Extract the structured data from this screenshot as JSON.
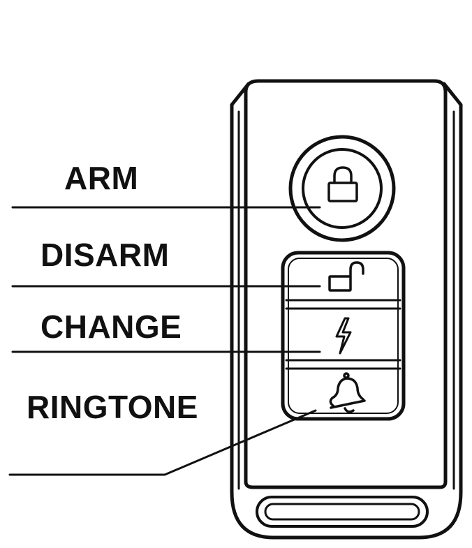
{
  "labels": {
    "arm": "ARM",
    "disarm": "DISARM",
    "change": "CHANGE",
    "ringtone": "RINGTONE"
  },
  "icons": {
    "arm": "lock-icon",
    "disarm": "unlock-icon",
    "change": "lightning-icon",
    "ringtone": "bell-icon"
  },
  "colors": {
    "line": "#111111",
    "background": "#ffffff"
  }
}
